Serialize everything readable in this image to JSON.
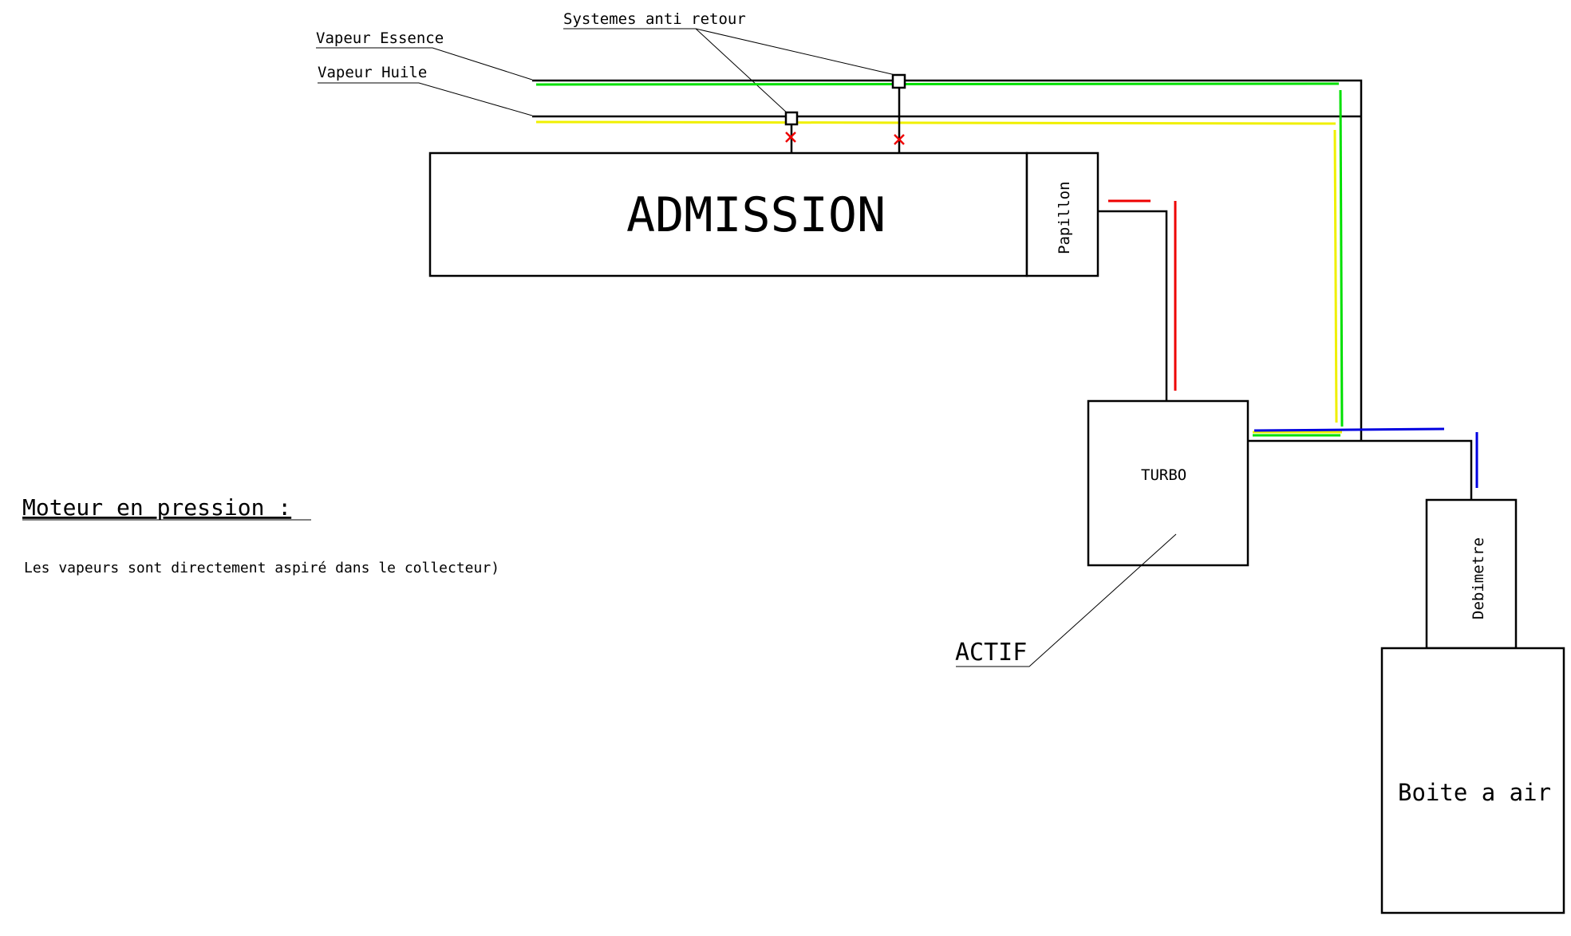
{
  "labels": {
    "vapeur_essence": "Vapeur Essence",
    "vapeur_huile": "Vapeur Huile",
    "systemes_anti_retour": "Systemes anti retour",
    "admission": "ADMISSION",
    "papillon": "Papillon",
    "turbo": "TURBO",
    "actif": "ACTIF",
    "debimetre": "Debimetre",
    "boite_a_air": "Boite a air"
  },
  "notes": {
    "title": "Moteur en pression  :",
    "description": "Les vapeurs sont directement aspiré dans le collecteur)"
  },
  "colors": {
    "essence_flow": "#00e000",
    "huile_flow": "#f0f000",
    "air_intake_flow": "#0000e0",
    "pressure_flow": "#ee0000",
    "check_valve_mark": "#ee0000"
  }
}
